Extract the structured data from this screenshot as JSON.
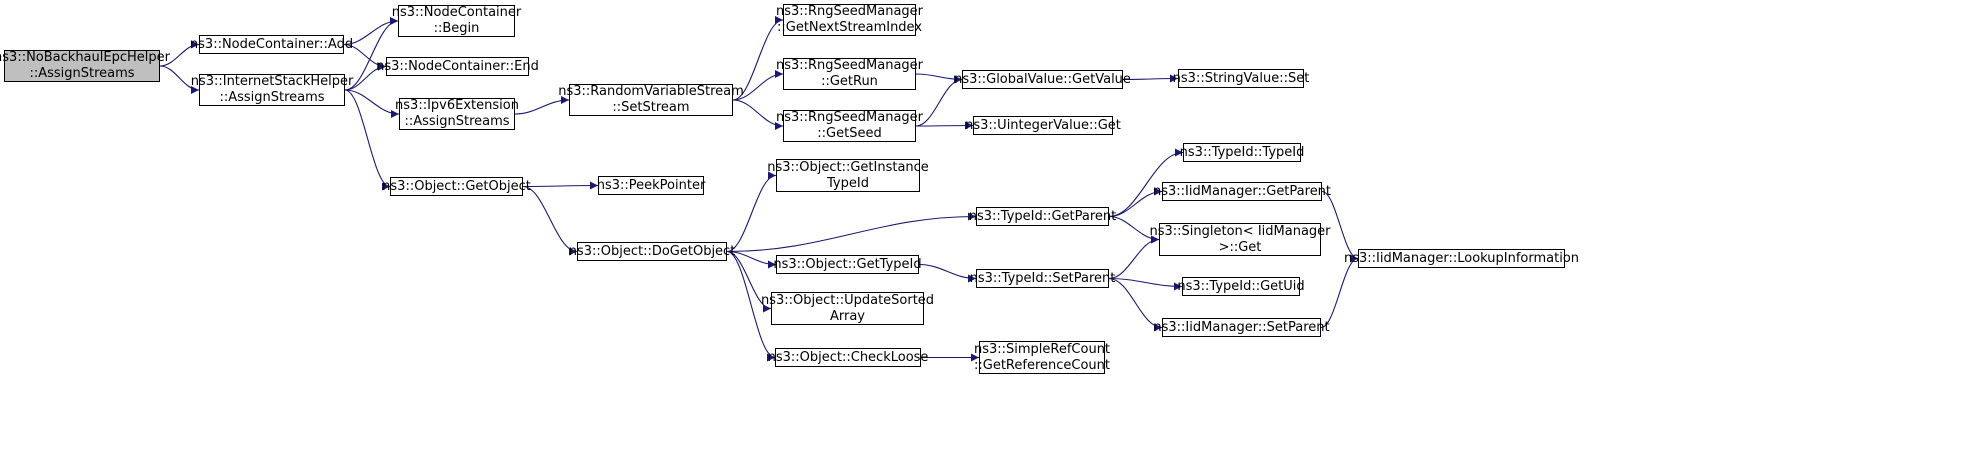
{
  "diagram": {
    "edge_color": "#191970",
    "root_fill": "#bfbfbf",
    "node_fill": "#ffffff",
    "nodes": {
      "nobackhaul": {
        "lines": [
          "ns3::NoBackhaulEpcHelper",
          "::AssignStreams"
        ]
      },
      "nc_add": {
        "lines": [
          "ns3::NodeContainer::Add"
        ]
      },
      "nc_begin": {
        "lines": [
          "ns3::NodeContainer",
          "::Begin"
        ]
      },
      "nc_end": {
        "lines": [
          "ns3::NodeContainer::End"
        ]
      },
      "ish_assign": {
        "lines": [
          "ns3::InternetStackHelper",
          "::AssignStreams"
        ]
      },
      "ipv6ext": {
        "lines": [
          "ns3::Ipv6Extension",
          "::AssignStreams"
        ]
      },
      "obj_getobject": {
        "lines": [
          "ns3::Object::GetObject"
        ]
      },
      "peekpointer": {
        "lines": [
          "ns3::PeekPointer"
        ]
      },
      "rvs_setstream": {
        "lines": [
          "ns3::RandomVariableStream",
          "::SetStream"
        ]
      },
      "rsm_getnext": {
        "lines": [
          "ns3::RngSeedManager",
          "::GetNextStreamIndex"
        ]
      },
      "rsm_getrun": {
        "lines": [
          "ns3::RngSeedManager",
          "::GetRun"
        ]
      },
      "rsm_getseed": {
        "lines": [
          "ns3::RngSeedManager",
          "::GetSeed"
        ]
      },
      "gv_getvalue": {
        "lines": [
          "ns3::GlobalValue::GetValue"
        ]
      },
      "uint_get": {
        "lines": [
          "ns3::UintegerValue::Get"
        ]
      },
      "strval_set": {
        "lines": [
          "ns3::StringValue::Set"
        ]
      },
      "obj_getinst": {
        "lines": [
          "ns3::Object::GetInstance",
          "TypeId"
        ]
      },
      "obj_dogetobject": {
        "lines": [
          "ns3::Object::DoGetObject"
        ]
      },
      "obj_gettypeid": {
        "lines": [
          "ns3::Object::GetTypeId"
        ]
      },
      "obj_updatesorted": {
        "lines": [
          "ns3::Object::UpdateSorted",
          "Array"
        ]
      },
      "obj_checkloose": {
        "lines": [
          "ns3::Object::CheckLoose"
        ]
      },
      "src_getrefcount": {
        "lines": [
          "ns3::SimpleRefCount",
          "::GetReferenceCount"
        ]
      },
      "tid_getparent": {
        "lines": [
          "ns3::TypeId::GetParent"
        ]
      },
      "tid_setparent": {
        "lines": [
          "ns3::TypeId::SetParent"
        ]
      },
      "tid_typeid": {
        "lines": [
          "ns3::TypeId::TypeId"
        ]
      },
      "iid_getparent": {
        "lines": [
          "ns3::IidManager::GetParent"
        ]
      },
      "singleton_get": {
        "lines": [
          "ns3::Singleton< IidManager",
          ">::Get"
        ]
      },
      "tid_getuid": {
        "lines": [
          "ns3::TypeId::GetUid"
        ]
      },
      "iid_setparent": {
        "lines": [
          "ns3::IidManager::SetParent"
        ]
      },
      "iid_lookup": {
        "lines": [
          "ns3::IidManager::LookupInformation"
        ]
      }
    },
    "edges": [
      [
        "nobackhaul",
        "nc_add"
      ],
      [
        "nobackhaul",
        "ish_assign"
      ],
      [
        "nc_add",
        "nc_begin"
      ],
      [
        "nc_add",
        "nc_end"
      ],
      [
        "ish_assign",
        "nc_begin"
      ],
      [
        "ish_assign",
        "nc_end"
      ],
      [
        "ish_assign",
        "ipv6ext"
      ],
      [
        "ish_assign",
        "obj_getobject"
      ],
      [
        "ipv6ext",
        "rvs_setstream"
      ],
      [
        "rvs_setstream",
        "rsm_getnext"
      ],
      [
        "rvs_setstream",
        "rsm_getrun"
      ],
      [
        "rvs_setstream",
        "rsm_getseed"
      ],
      [
        "rsm_getrun",
        "gv_getvalue"
      ],
      [
        "rsm_getseed",
        "gv_getvalue"
      ],
      [
        "rsm_getseed",
        "uint_get"
      ],
      [
        "gv_getvalue",
        "strval_set"
      ],
      [
        "obj_getobject",
        "peekpointer"
      ],
      [
        "obj_getobject",
        "obj_dogetobject"
      ],
      [
        "obj_dogetobject",
        "obj_getinst"
      ],
      [
        "obj_dogetobject",
        "tid_getparent"
      ],
      [
        "obj_dogetobject",
        "obj_gettypeid"
      ],
      [
        "obj_dogetobject",
        "obj_updatesorted"
      ],
      [
        "obj_dogetobject",
        "obj_checkloose"
      ],
      [
        "obj_gettypeid",
        "tid_setparent"
      ],
      [
        "obj_checkloose",
        "src_getrefcount"
      ],
      [
        "tid_getparent",
        "tid_typeid"
      ],
      [
        "tid_getparent",
        "iid_getparent"
      ],
      [
        "tid_getparent",
        "singleton_get"
      ],
      [
        "tid_setparent",
        "singleton_get"
      ],
      [
        "tid_setparent",
        "tid_getuid"
      ],
      [
        "tid_setparent",
        "iid_setparent"
      ],
      [
        "iid_getparent",
        "iid_lookup"
      ],
      [
        "iid_setparent",
        "iid_lookup"
      ]
    ]
  }
}
